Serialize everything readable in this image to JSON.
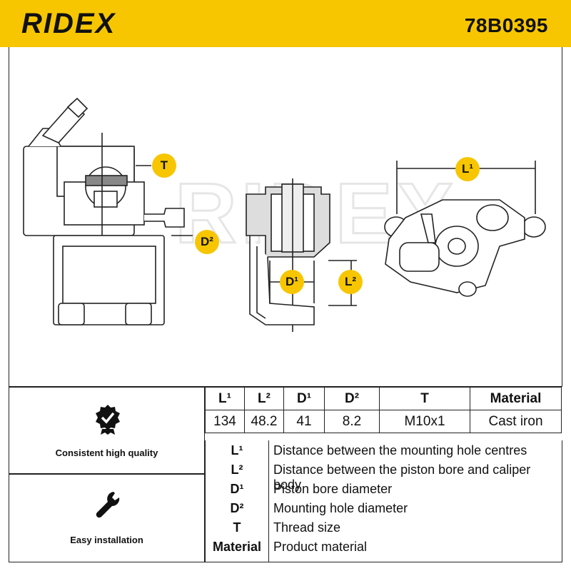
{
  "header": {
    "brand": "RIDEX",
    "part_number": "78B0395",
    "brand_color": "#f7c600"
  },
  "callouts": {
    "t": "T",
    "d2": "D²",
    "d1": "D¹",
    "l2": "L²",
    "l1": "L¹"
  },
  "watermark": "RIDEX",
  "specs": {
    "headers": [
      "L¹",
      "L²",
      "D¹",
      "D²",
      "T",
      "Material"
    ],
    "values": [
      "134",
      "48.2",
      "41",
      "8.2",
      "M10x1",
      "Cast iron"
    ]
  },
  "features": [
    {
      "label": "Consistent high quality",
      "icon": "quality-badge-icon"
    },
    {
      "label": "Easy installation",
      "icon": "wrench-icon"
    }
  ],
  "legend": [
    {
      "symbol": "L¹",
      "description": "Distance between the mounting hole centres"
    },
    {
      "symbol": "L²",
      "description": "Distance between the piston bore and caliper body"
    },
    {
      "symbol": "D¹",
      "description": "Piston bore diameter"
    },
    {
      "symbol": "D²",
      "description": "Mounting hole diameter"
    },
    {
      "symbol": "T",
      "description": "Thread size"
    },
    {
      "symbol": "Material",
      "description": "Product material"
    }
  ]
}
